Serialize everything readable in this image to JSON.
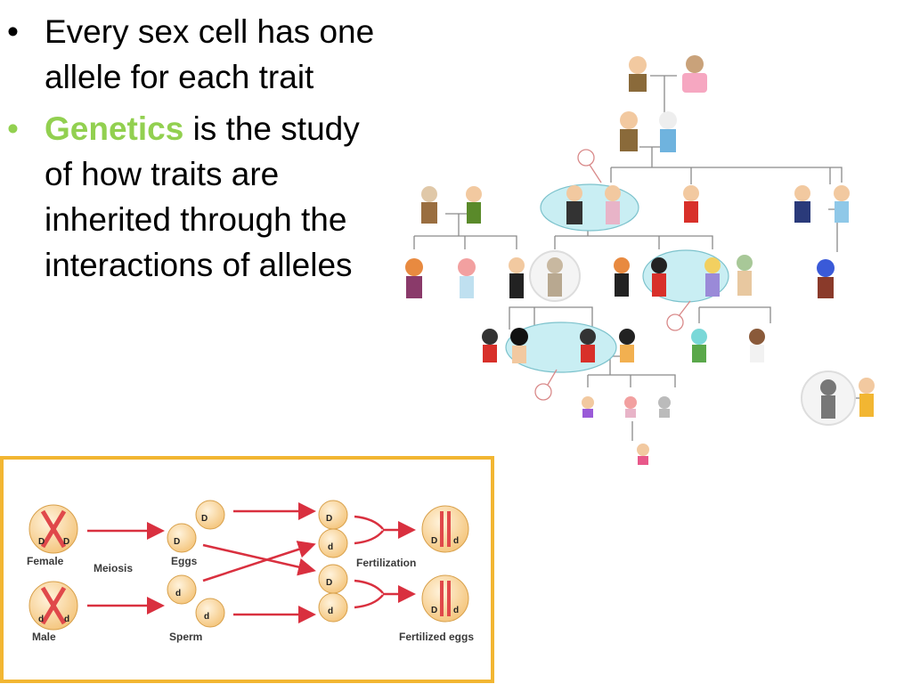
{
  "slide": {
    "bullet1": "Every sex cell has one allele for each trait",
    "bullet2_highlight": "Genetics",
    "bullet2_rest": " is the study of how traits are inherited through the interactions of alleles",
    "bullet_symbol": "•"
  },
  "colors": {
    "highlight": "#92d050",
    "frame": "#f2b632",
    "arrow": "#d9303f",
    "cell": "#f7d49a",
    "ellipse": "#c9eef3"
  },
  "diagram": {
    "female_label": "Female",
    "male_label": "Male",
    "meiosis_label": "Meiosis",
    "eggs_label": "Eggs",
    "sperm_label": "Sperm",
    "fertilization_label": "Fertilization",
    "fertilized_label": "Fertilized eggs",
    "allele_dominant": "D",
    "allele_recessive": "d"
  }
}
